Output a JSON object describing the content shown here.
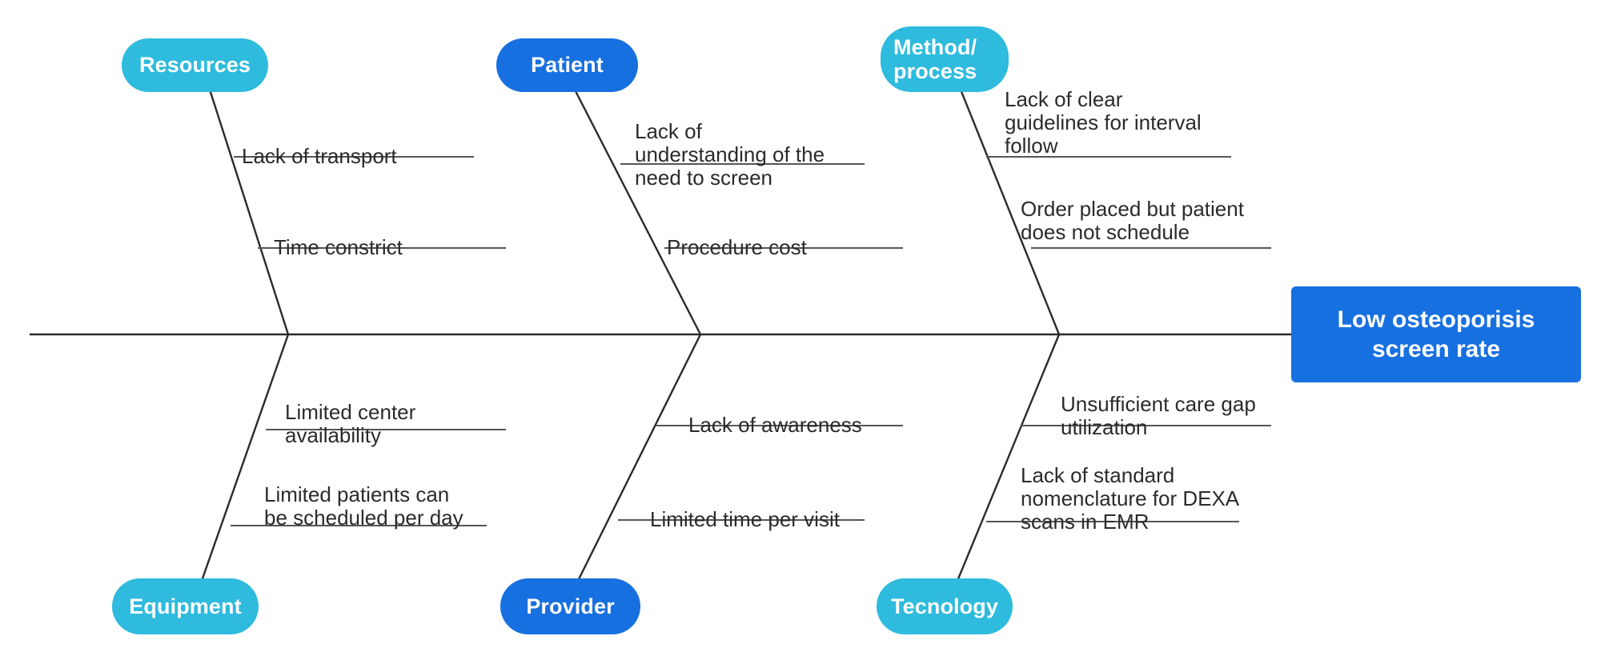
{
  "diagram": {
    "type": "fishbone-ishikawa",
    "effect": {
      "label": "Low osteoporisis\nscreen rate",
      "color": "#1770e0"
    },
    "colors": {
      "cyan": "#2ebbdd",
      "blue": "#1770e0",
      "line": "#2b2b2b",
      "underline": "#555555",
      "text": "#2b2b2b",
      "background": "#ffffff"
    },
    "categories": [
      {
        "id": "resources",
        "label": "Resources",
        "position": "top",
        "color": "#2ebbdd",
        "causes": [
          "Lack of transport",
          "Time constrict"
        ]
      },
      {
        "id": "patient",
        "label": "Patient",
        "position": "top",
        "color": "#1770e0",
        "causes": [
          "Lack of\nunderstanding of the\nneed to screen",
          "Procedure cost"
        ]
      },
      {
        "id": "method-process",
        "label": "Method/\nprocess",
        "position": "top",
        "color": "#2ebbdd",
        "causes": [
          "Lack of clear\nguidelines for interval\nfollow",
          "Order placed but patient\ndoes not schedule"
        ]
      },
      {
        "id": "equipment",
        "label": "Equipment",
        "position": "bottom",
        "color": "#2ebbdd",
        "causes": [
          "Limited center\navailability",
          "Limited patients can\nbe scheduled per day"
        ]
      },
      {
        "id": "provider",
        "label": "Provider",
        "position": "bottom",
        "color": "#1770e0",
        "causes": [
          "Lack of awareness",
          "Limited time per visit"
        ]
      },
      {
        "id": "tecnology",
        "label": "Tecnology",
        "position": "bottom",
        "color": "#2ebbdd",
        "causes": [
          "Unsufficient care gap\nutilization",
          "Lack of standard\nnomenclature for DEXA\nscans in EMR"
        ]
      }
    ]
  }
}
